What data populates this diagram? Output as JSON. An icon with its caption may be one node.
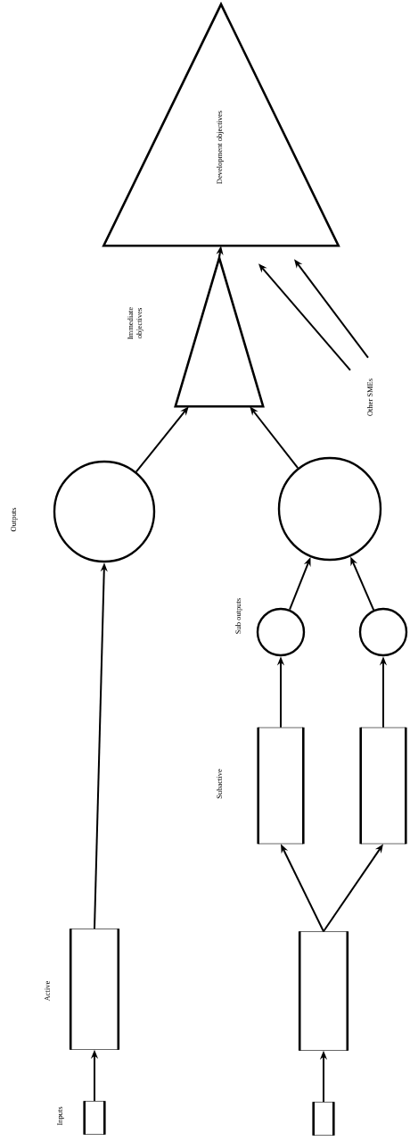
{
  "diagram": {
    "nodes": [
      {
        "text": [
          "Development objectives"
        ]
      },
      {
        "text": [
          "Immediate objectives"
        ]
      },
      {
        "text": [
          "Outputs"
        ]
      },
      {
        "text": [],
        "shape": "circle"
      },
      {
        "text": [
          "Sub outputs"
        ]
      },
      {
        "text": [],
        "shape": "circle"
      },
      {
        "text": [
          "Active"
        ]
      },
      {
        "text": [
          "Subactive"
        ]
      },
      {
        "text": [],
        "shape": "box"
      },
      {
        "text": [],
        "shape": "box"
      },
      {
        "text": [
          "Inputs"
        ]
      },
      {
        "text": [],
        "shape": "box"
      },
      {
        "text": [
          "Other SMEs"
        ]
      }
    ],
    "edges": [
      {
        "from": 10,
        "to": 6,
        "arrow": "to"
      },
      {
        "from": 11,
        "to": 9,
        "arrow": "to"
      },
      {
        "from": 6,
        "to": 2,
        "arrow": "to"
      },
      {
        "from": 9,
        "to": 7,
        "arrow": "to"
      },
      {
        "from": 9,
        "to": 8,
        "arrow": "to"
      },
      {
        "from": 7,
        "to": 4,
        "arrow": "to"
      },
      {
        "from": 8,
        "to": 5,
        "arrow": "to"
      },
      {
        "from": 4,
        "to": 3,
        "arrow": "to"
      },
      {
        "from": 5,
        "to": 3,
        "arrow": "to"
      },
      {
        "from": 2,
        "to": 1,
        "arrow": "to"
      },
      {
        "from": 3,
        "to": 1,
        "arrow": "to"
      },
      {
        "from": 1,
        "to": 0,
        "arrow": "to"
      },
      {
        "from": 12,
        "to": 0,
        "arrow": "to"
      },
      {
        "from": 12,
        "to": 0,
        "arrow": "to"
      }
    ]
  }
}
